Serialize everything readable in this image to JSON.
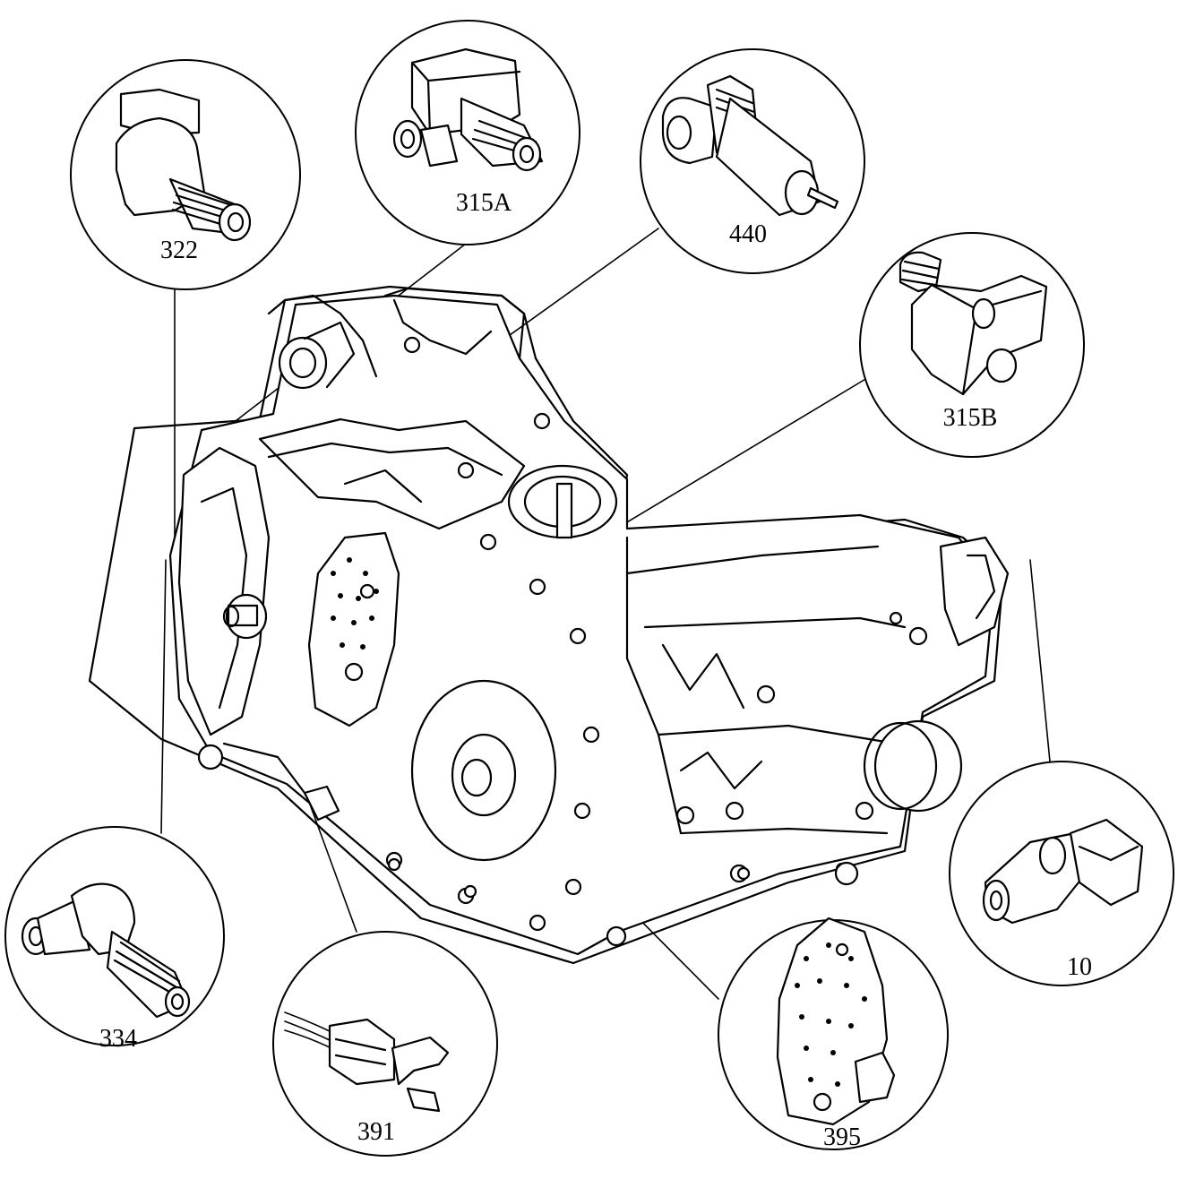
{
  "callouts": [
    {
      "id": "322",
      "label": "322"
    },
    {
      "id": "315A",
      "label": "315A"
    },
    {
      "id": "440",
      "label": "440"
    },
    {
      "id": "315B",
      "label": "315B"
    },
    {
      "id": "10",
      "label": "10"
    },
    {
      "id": "395",
      "label": "395"
    },
    {
      "id": "391",
      "label": "391"
    },
    {
      "id": "334",
      "label": "334"
    }
  ]
}
